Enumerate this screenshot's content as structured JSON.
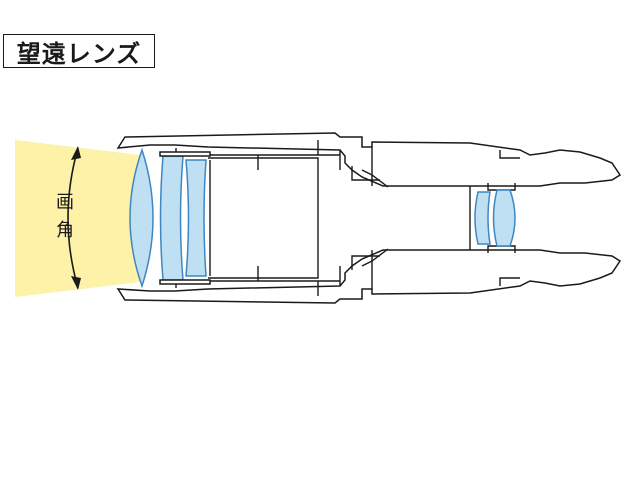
{
  "title": "望遠レンズ",
  "field_of_view_label": [
    "画",
    "角"
  ],
  "colors": {
    "outline": "#1a1a1a",
    "lens_fill": "#bfe0f2",
    "lens_stroke": "#3f86c2",
    "light_beam": "#fdf2a8"
  }
}
